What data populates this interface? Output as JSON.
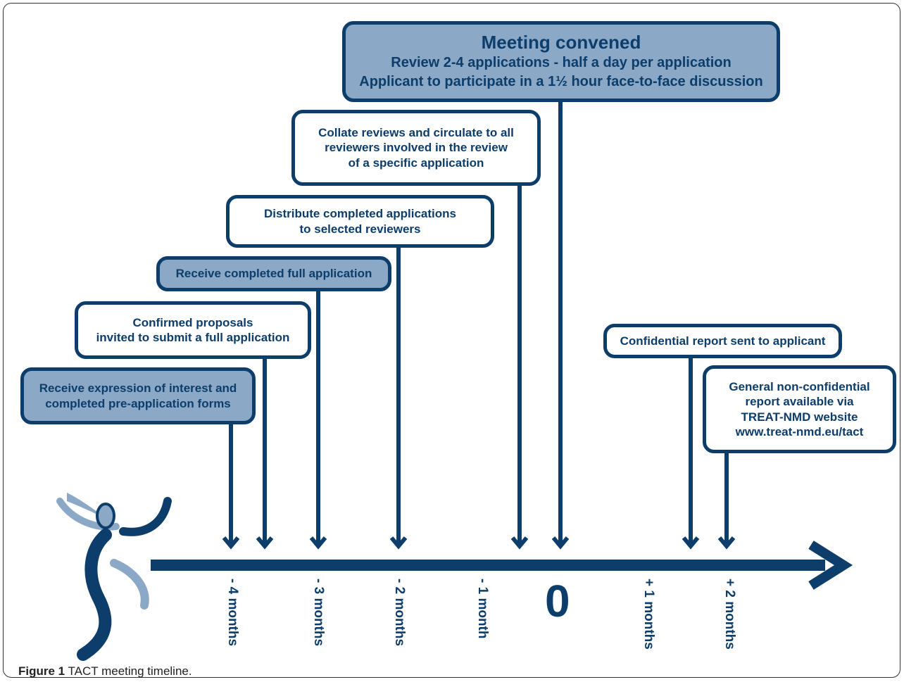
{
  "boxes": {
    "meeting": {
      "title": "Meeting convened",
      "line2": "Review 2-4 applications - half a day per application",
      "line3": "Applicant to participate in a 1½ hour face-to-face discussion"
    },
    "collate": {
      "line1": "Collate reviews and circulate to all",
      "line2": "reviewers involved in the review",
      "line3": "of a specific application"
    },
    "distribute": {
      "line1": "Distribute completed applications",
      "line2": "to selected reviewers"
    },
    "receive_full": {
      "line1": "Receive completed full application"
    },
    "confirmed": {
      "line1": "Confirmed proposals",
      "line2": "invited to submit a full application"
    },
    "receive_eoi": {
      "line1": "Receive expression of interest and",
      "line2": "completed pre-application forms"
    },
    "confidential": {
      "line1": "Confidential report sent to applicant"
    },
    "general": {
      "line1": "General non-confidential",
      "line2": "report available via",
      "line3": "TREAT-NMD website",
      "line4": "www.treat-nmd.eu/tact"
    }
  },
  "axis": {
    "ticks": [
      "- 4 months",
      "- 3 months",
      "- 2 months",
      "- 1 month",
      "+ 1 months",
      "+ 2 months"
    ],
    "zero": "0"
  },
  "caption": {
    "label": "Figure 1",
    "text": "TACT meeting timeline."
  },
  "colors": {
    "primary": "#0d3d6a",
    "fill": "#8ba9c6",
    "logo_light": "#8ba9c6"
  }
}
